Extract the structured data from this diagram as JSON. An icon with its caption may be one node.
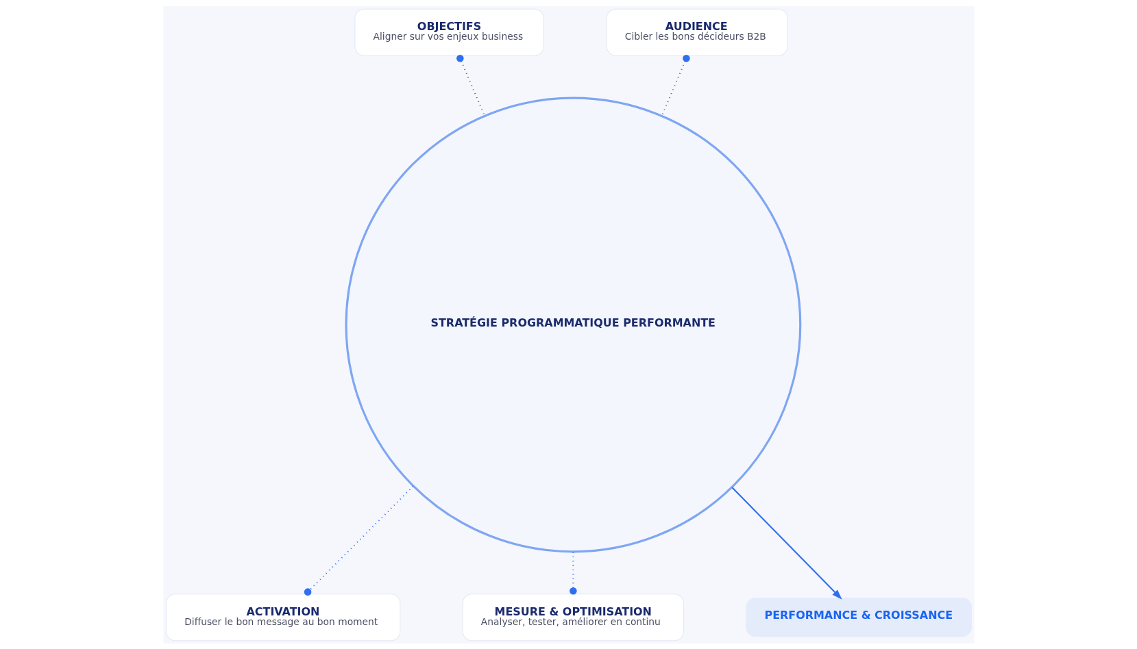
{
  "diagram": {
    "nodes": [
      {
        "text": [
          "OBJECTIFS",
          "Aligner sur vos enjeux business"
        ]
      },
      {
        "text": [
          "AUDIENCE",
          "Cibler les bons décideurs B2B"
        ]
      },
      {
        "text": [
          "STRATÉGIE PROGRAMMATIQUE PERFORMANTE"
        ]
      },
      {
        "text": [
          "ACTIVATION",
          "Diffuser le bon message au bon moment"
        ]
      },
      {
        "text": [
          "MESURE & OPTIMISATION",
          "Analyser, tester, améliorer en continu"
        ]
      },
      {
        "text": [
          "PERFORMANCE & CROISSANCE"
        ]
      }
    ],
    "edges": [
      {
        "from": 0,
        "to": 2,
        "arrow": "other",
        "style": "dashed"
      },
      {
        "from": 1,
        "to": 2,
        "arrow": "other",
        "style": "dashed"
      },
      {
        "from": 3,
        "to": 2,
        "arrow": "other",
        "style": "dashed"
      },
      {
        "from": 4,
        "to": 2,
        "arrow": "other",
        "style": "dashed"
      },
      {
        "from": 2,
        "to": 5,
        "arrow": "to"
      }
    ]
  }
}
